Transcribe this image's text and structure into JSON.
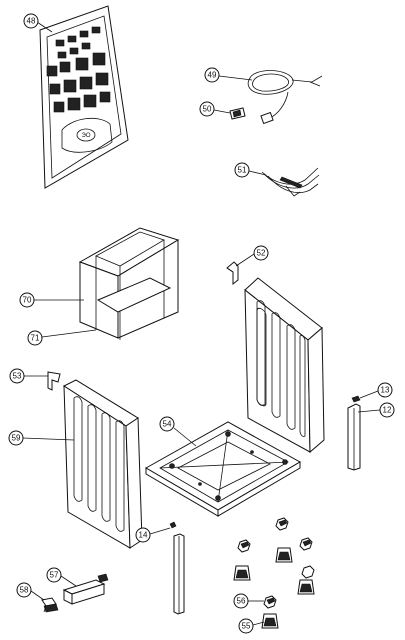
{
  "callouts": {
    "c48": "48",
    "c49": "49",
    "c50": "50",
    "c51": "51",
    "c52": "52",
    "c70": "70",
    "c71": "71",
    "c53": "53",
    "c59": "59",
    "c54": "54",
    "c13": "13",
    "c12": "12",
    "c14": "14",
    "c56": "56",
    "c55": "55",
    "c57": "57",
    "c58": "58"
  }
}
